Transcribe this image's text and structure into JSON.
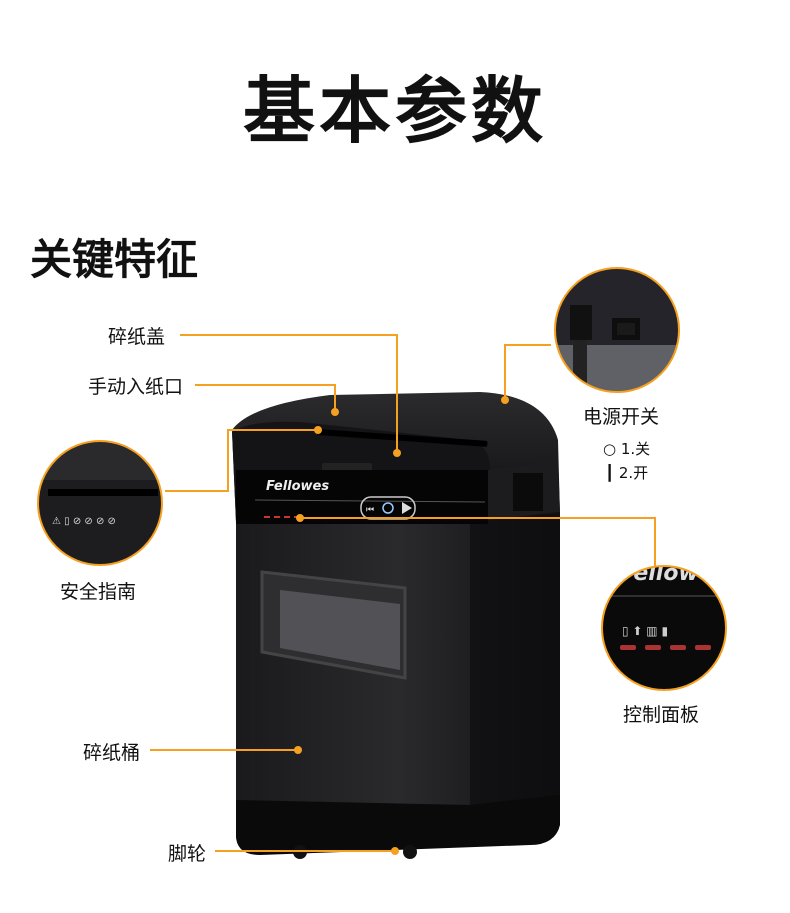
{
  "main_title": "基本参数",
  "section_title": "关键特征",
  "accent_color": "#f5a020",
  "product": {
    "brand": "Fellowes"
  },
  "callouts": {
    "lid": "碎纸盖",
    "manual_feed": "手动入纸口",
    "power_switch": "电源开关",
    "power_off": "1.关",
    "power_on": "2.开",
    "safety_guide": "安全指南",
    "control_panel": "控制面板",
    "bin": "碎纸桶",
    "casters": "脚轮"
  },
  "icons": [
    "power-off-symbol-icon",
    "power-on-symbol-icon",
    "reverse-icon",
    "power-icon",
    "forward-icon"
  ]
}
